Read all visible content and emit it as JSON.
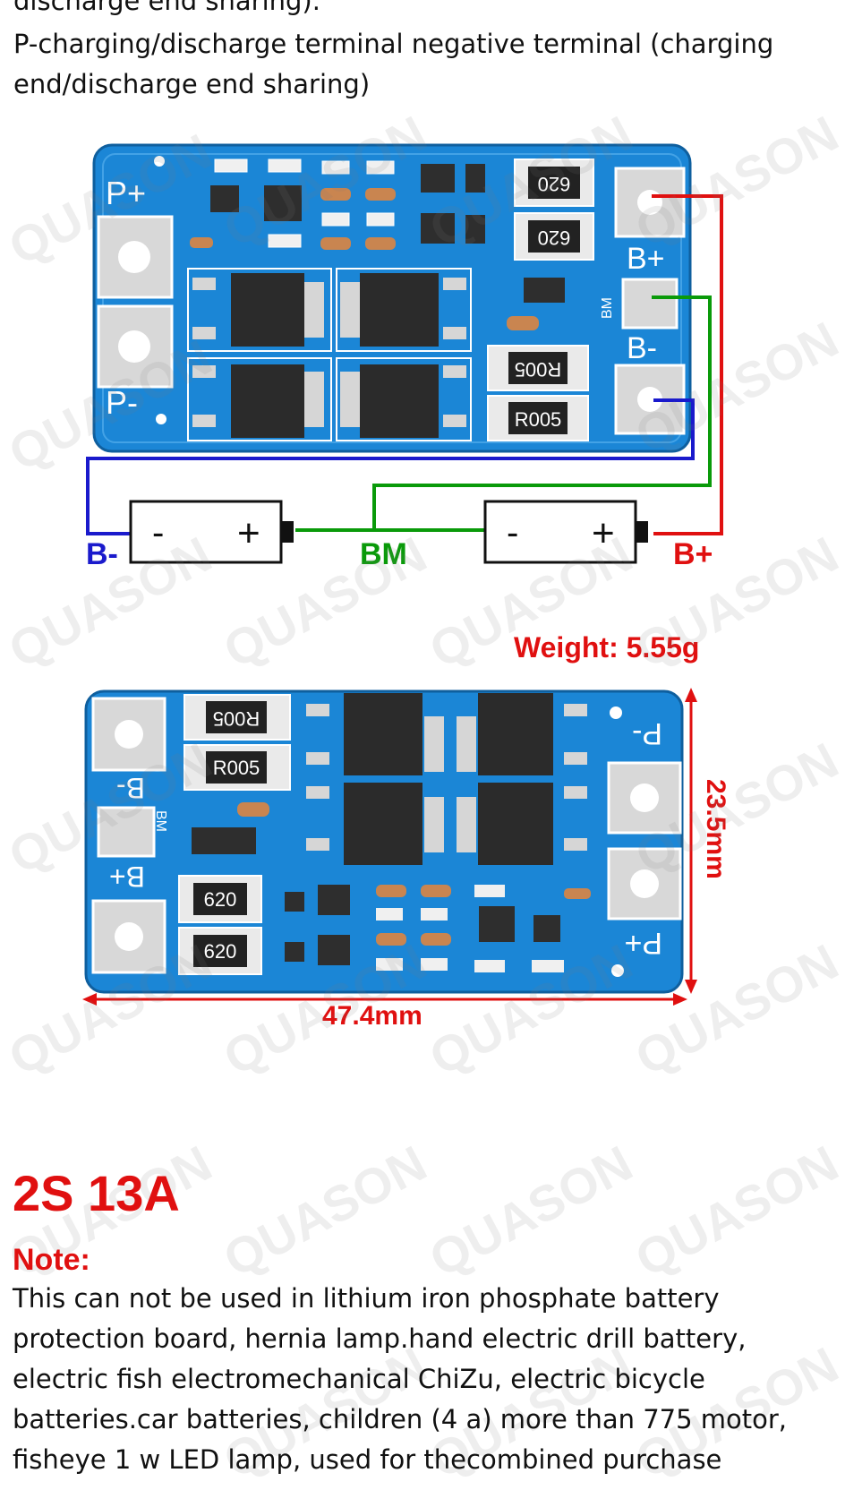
{
  "top_text": {
    "line0": "discharge end sharing).",
    "line1": "P-charging/discharge terminal negative terminal (charging",
    "line2": "end/discharge end sharing)"
  },
  "board1": {
    "pads": {
      "p_plus": "P+",
      "p_minus": "P-",
      "b_plus": "B+",
      "b_minus": "B-",
      "bm": "BM"
    },
    "resistors": [
      "620",
      "620",
      "R005",
      "R005"
    ]
  },
  "wiring": {
    "b_minus": "B-",
    "bm": "BM",
    "b_plus": "B+",
    "cell_minus": "-",
    "cell_plus": "+",
    "colors": {
      "b_minus": "#1a1acc",
      "bm": "#0a9a0a",
      "b_plus": "#e01010"
    }
  },
  "weight": "Weight: 5.55g",
  "board2": {
    "pads": {
      "p_minus": "P-",
      "p_plus": "P+",
      "b_minus": "B-",
      "b_plus": "B+",
      "bm": "BM"
    },
    "resistors": [
      "R005",
      "R005",
      "620",
      "620"
    ],
    "width_dim": "47.4mm",
    "height_dim": "23.5mm"
  },
  "heading": "2S 13A",
  "note_label": "Note:",
  "body_lines": [
    "  This can not be used in lithium iron phosphate battery",
    "protection board, hernia lamp.hand electric drill battery,",
    "electric fish electromechanical ChiZu, electric bicycle",
    "batteries.car batteries, children (4 a) more than 775 motor,",
    "fisheye 1 w LED lamp, used for thecombined purchase"
  ],
  "watermark": "QUASON",
  "colors": {
    "board_blue": "#1b86d6",
    "accent_red": "#e01010"
  }
}
